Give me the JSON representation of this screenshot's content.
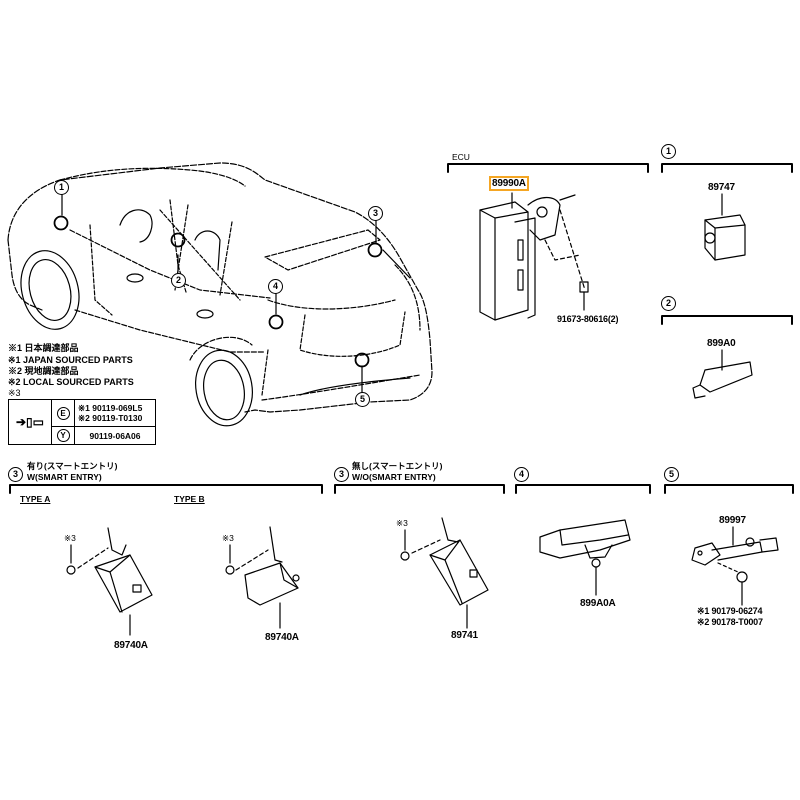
{
  "diagram": {
    "ecu_section": {
      "title": "ECU",
      "part_highlighted": "89990A",
      "highlight_color": "#f5a623",
      "screw_part": "91673-80616(2)"
    },
    "section_1": {
      "marker": "1",
      "part": "89747"
    },
    "section_2": {
      "marker": "2",
      "part": "899A0"
    },
    "car_markers": [
      "1",
      "2",
      "3",
      "4",
      "5"
    ],
    "legend": {
      "lines": [
        "※1 日本調達部品",
        "※1 JAPAN SOURCED PARTS",
        "※2 現地調達部品",
        "※2 LOCAL SOURCED PARTS",
        "※3"
      ],
      "table": {
        "row1_symbol": "E",
        "row1_parts": [
          "※1 90119-069L5",
          "※2 90119-T0130"
        ],
        "row2_symbol": "Y",
        "row2_parts": "90119-06A06"
      }
    },
    "section_3a": {
      "marker": "3",
      "title_jp": "有り(スマートエントリ)",
      "title_en": "W(SMART ENTRY)",
      "type_a": {
        "label": "TYPE A",
        "note": "※3",
        "part": "89740A"
      },
      "type_b": {
        "label": "TYPE B",
        "note": "※3",
        "part": "89740A"
      }
    },
    "section_3b": {
      "marker": "3",
      "title_jp": "無し(スマートエントリ)",
      "title_en": "W/O(SMART ENTRY)",
      "note": "※3",
      "part": "89741"
    },
    "section_4": {
      "marker": "4",
      "part": "899A0A"
    },
    "section_5": {
      "marker": "5",
      "part": "89997",
      "sub_parts": [
        "※1 90179-06274",
        "※2 90178-T0007"
      ]
    }
  }
}
